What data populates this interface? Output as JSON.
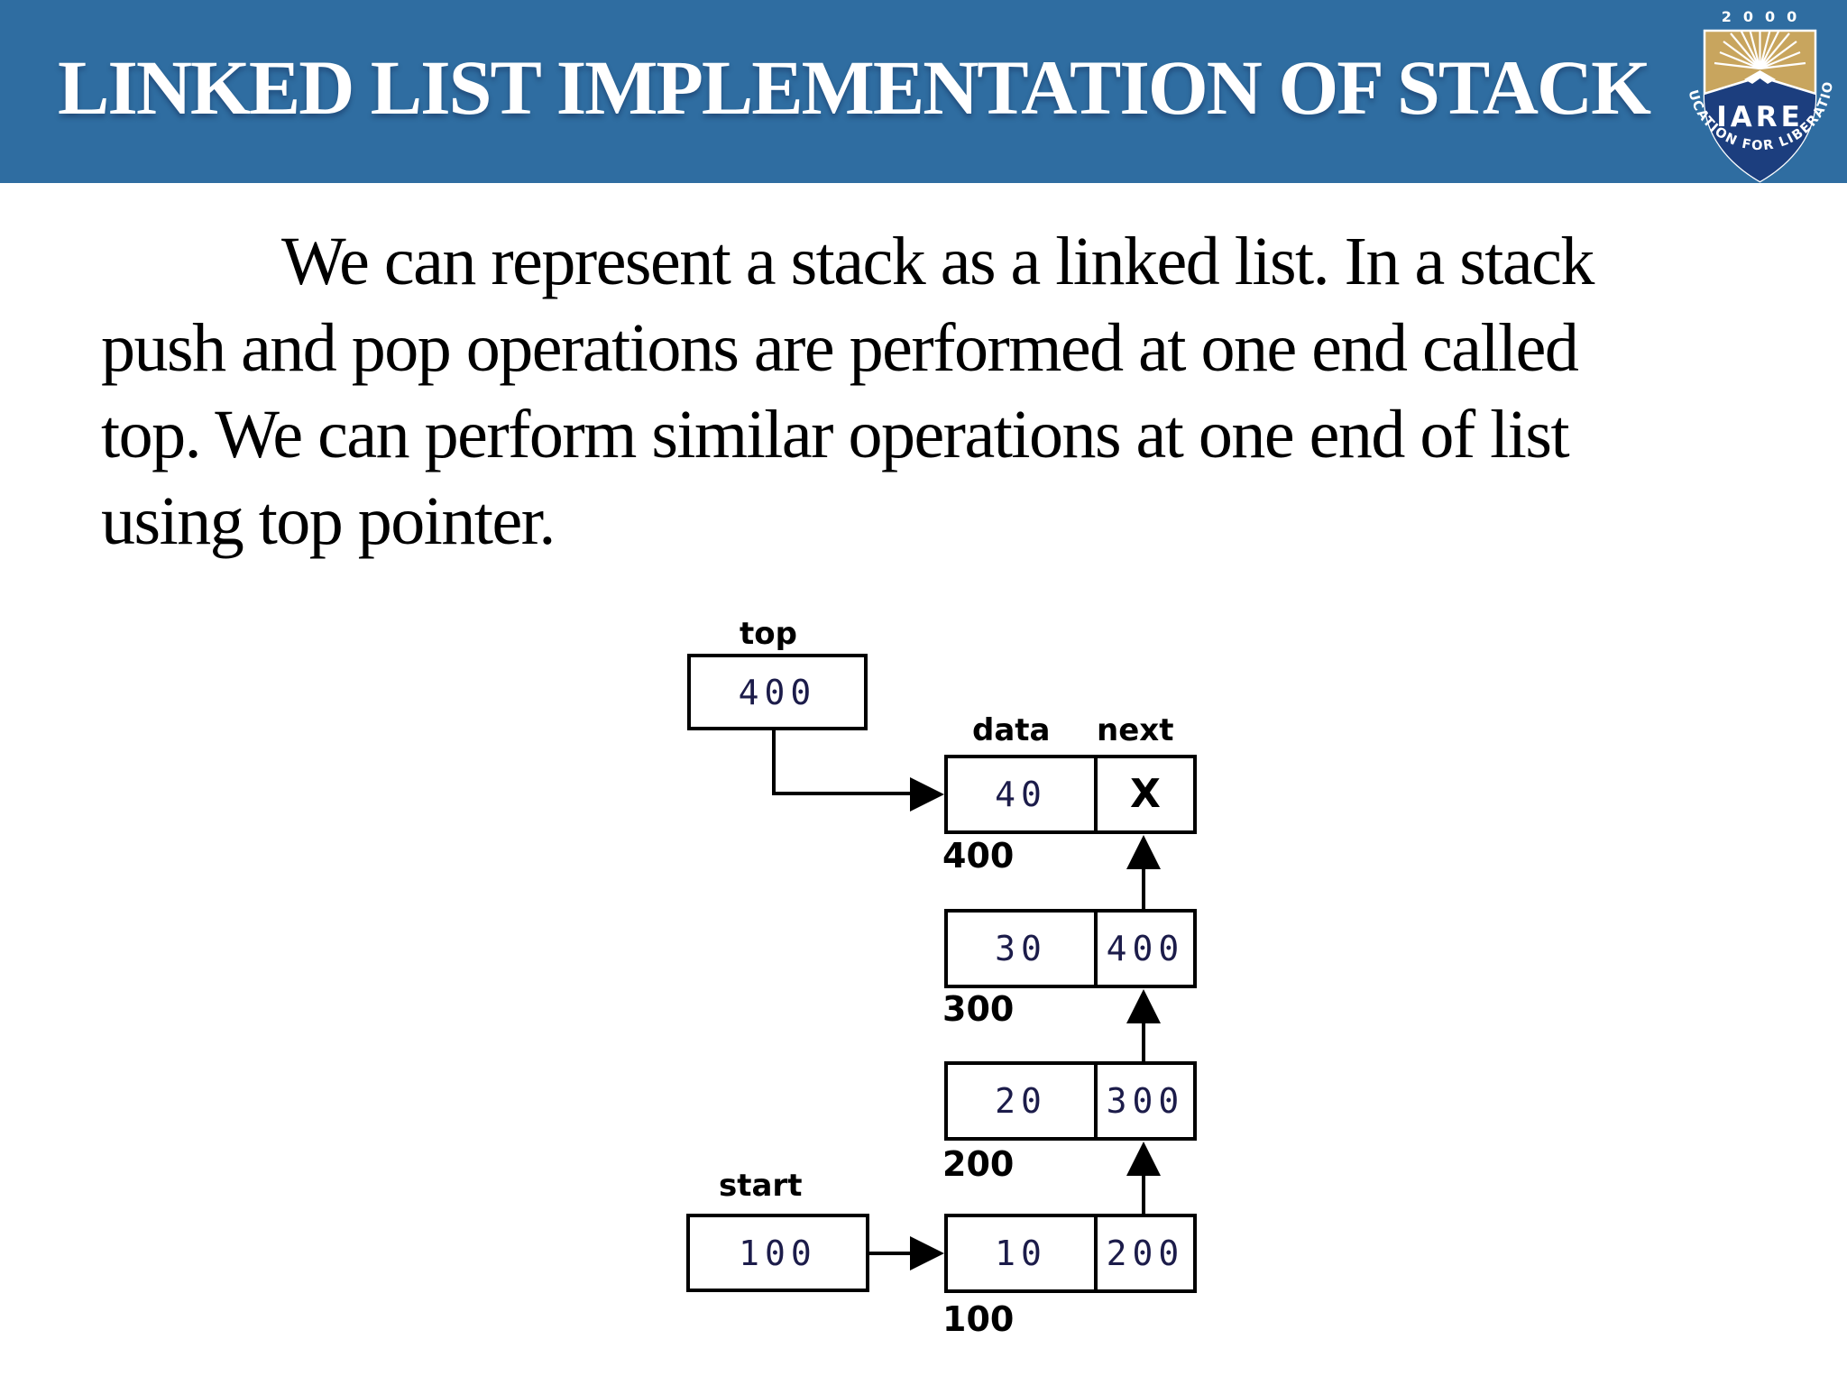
{
  "header": {
    "title": "LINKED LIST IMPLEMENTATION OF STACK",
    "bg_color": "#2F6DA1"
  },
  "logo": {
    "year": "2000",
    "acronym": "IARE",
    "motto": "EDUCATION FOR LIBERATION",
    "colors": {
      "gold": "#C8A55E",
      "navy": "#1C3E7E",
      "white": "#FFFFFF"
    }
  },
  "body": {
    "lines": [
      "We can represent a stack as a linked list. In a stack",
      "push and pop operations are performed at one end called",
      "top. We can perform similar operations at one end of list",
      "using top pointer."
    ]
  },
  "diagram": {
    "top_pointer": {
      "label": "top",
      "value": "400"
    },
    "start_pointer": {
      "label": "start",
      "value": "100"
    },
    "column_labels": {
      "data": "data",
      "next": "next"
    },
    "nodes": [
      {
        "address": "400",
        "data": "40",
        "next": "X"
      },
      {
        "address": "300",
        "data": "30",
        "next": "400"
      },
      {
        "address": "200",
        "data": "20",
        "next": "300"
      },
      {
        "address": "100",
        "data": "10",
        "next": "200"
      }
    ]
  }
}
